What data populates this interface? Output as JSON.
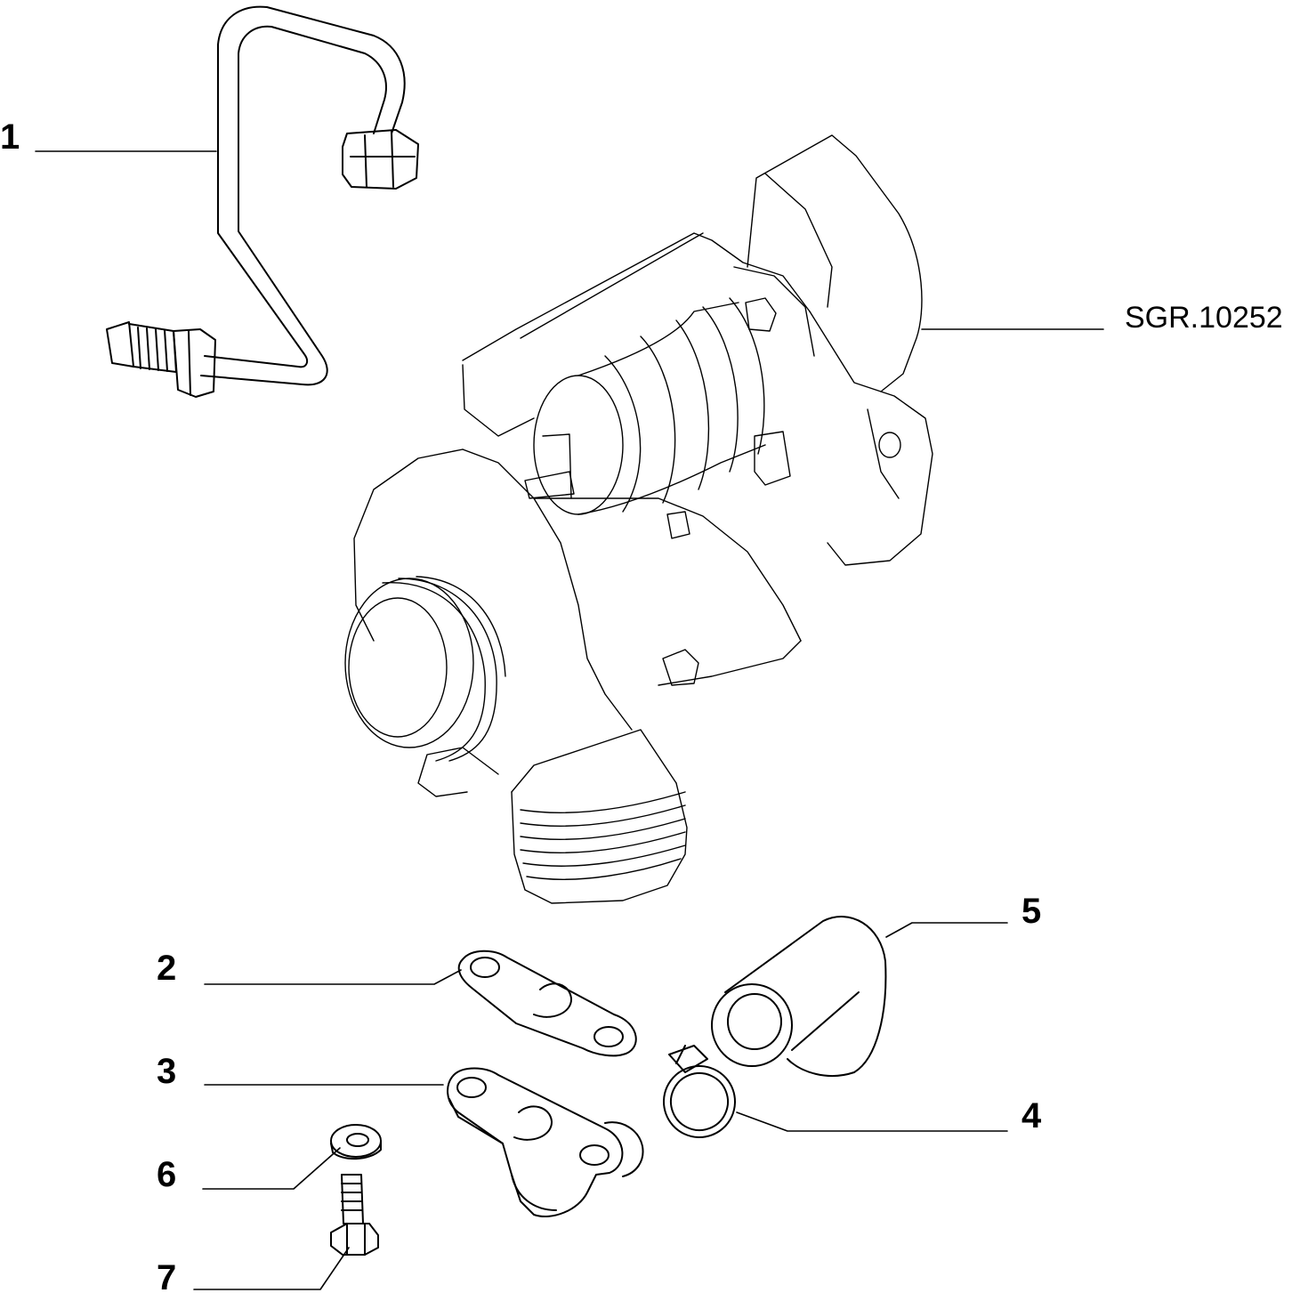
{
  "diagram": {
    "reference_code": "SGR.10252",
    "callouts": [
      "1",
      "2",
      "3",
      "4",
      "5",
      "6",
      "7"
    ]
  },
  "colors": {
    "line": "#000000",
    "background": "#ffffff"
  }
}
